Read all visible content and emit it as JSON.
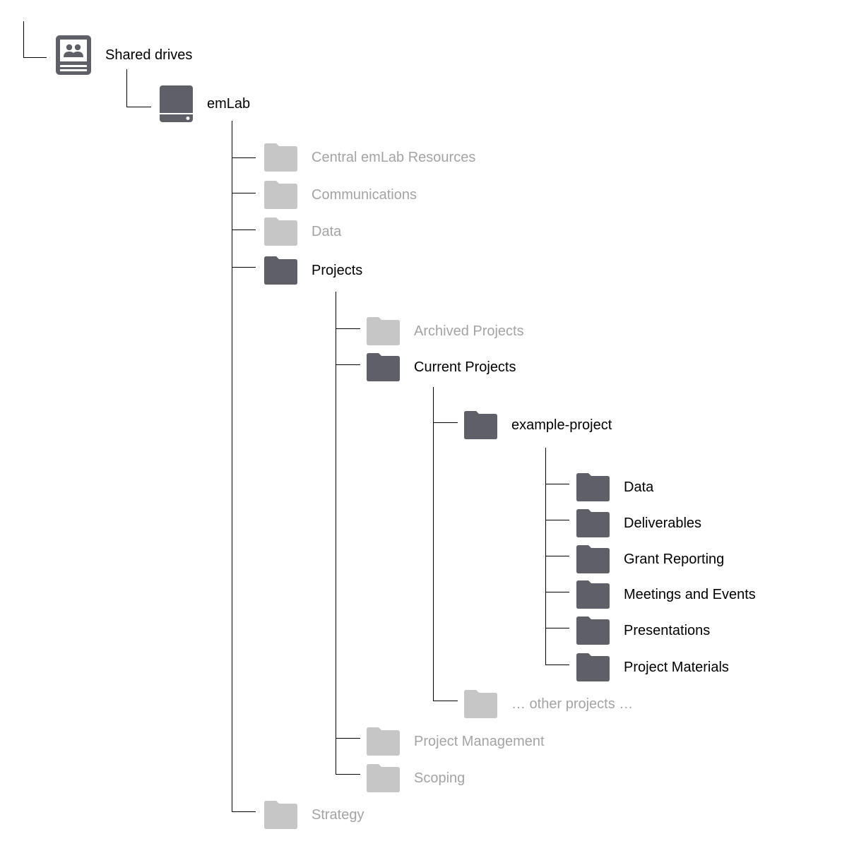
{
  "colors": {
    "active_icon": "#5f6067",
    "dim_icon": "#c6c6c6",
    "active_text": "#000000",
    "dim_text": "#a4a4a4",
    "line": "#000000"
  },
  "icons": {
    "shared_drives": "shared-drives-icon",
    "drive": "drive-icon",
    "folder": "folder-icon"
  },
  "tree": {
    "shared_drives": "Shared drives",
    "emlab": "emLab",
    "central_resources": "Central emLab Resources",
    "communications": "Communications",
    "data": "Data",
    "projects": "Projects",
    "archived_projects": "Archived Projects",
    "current_projects": "Current Projects",
    "example_project": "example-project",
    "ep_data": "Data",
    "ep_deliverables": "Deliverables",
    "ep_grant_reporting": "Grant Reporting",
    "ep_meetings": "Meetings and Events",
    "ep_presentations": "Presentations",
    "ep_project_materials": "Project Materials",
    "other_projects": "… other projects …",
    "project_management": "Project Management",
    "scoping": "Scoping",
    "strategy": "Strategy"
  }
}
